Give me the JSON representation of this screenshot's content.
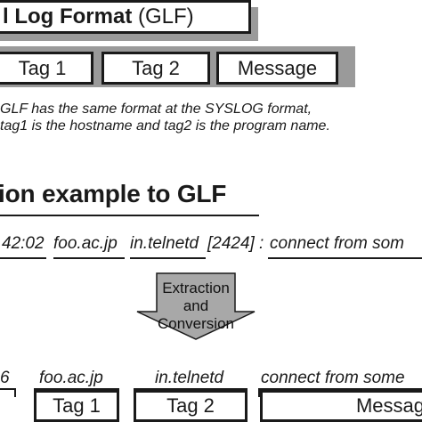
{
  "header": {
    "title_bold": "l Log Format",
    "title_rest": " (GLF)"
  },
  "tags": {
    "tag1": "Tag 1",
    "tag2": "Tag 2",
    "message": "Message"
  },
  "note": {
    "line1": "GLF has the same format at the SYSLOG format,",
    "line2": "tag1 is the hostname and tag2 is the program name."
  },
  "section": {
    "title": "ion example to GLF"
  },
  "raw_log": {
    "time": "42:02",
    "host": "foo.ac.jp",
    "program": "in.telnetd",
    "pid": "[2424]",
    "colon": ":",
    "message": "connect from som"
  },
  "arrow": {
    "line1": "Extraction",
    "line2": "and",
    "line3": "Conversion"
  },
  "result": {
    "time_fragment": "6",
    "host": "foo.ac.jp",
    "program": "in.telnetd",
    "message": "connect from some",
    "tag1": "Tag 1",
    "tag2": "Tag 2",
    "message_tag": "Messag"
  },
  "colors": {
    "shadow": "#9a9a9a",
    "arrow_fill": "#a8a8a8",
    "ink": "#1a1a1a"
  }
}
